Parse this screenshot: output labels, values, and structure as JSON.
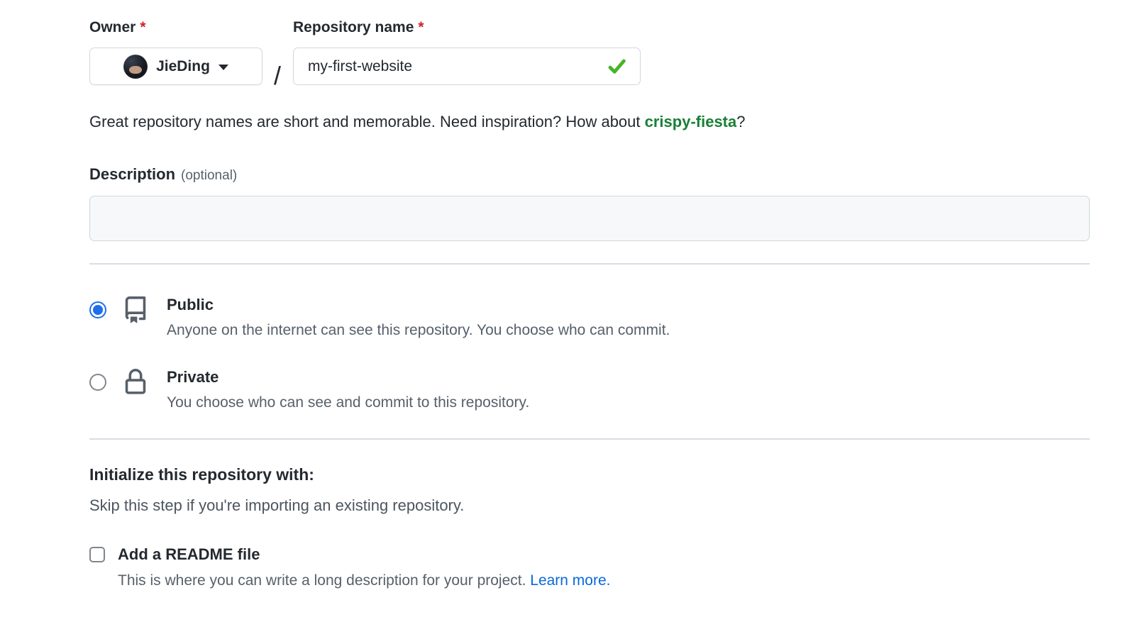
{
  "colors": {
    "accent_blue": "#1f6feb",
    "success_green": "#46b428",
    "suggestion_green": "#1a7f37",
    "link_blue": "#0969da",
    "required_red": "#cf222e"
  },
  "owner_field": {
    "label": "Owner",
    "required_mark": "*",
    "button_name": "JieDing"
  },
  "separator": "/",
  "repo_field": {
    "label": "Repository name",
    "required_mark": "*",
    "value": "my-first-website"
  },
  "helper": {
    "text_before": "Great repository names are short and memorable. Need inspiration? How about ",
    "suggestion": "crispy-fiesta",
    "text_after": "?"
  },
  "description_field": {
    "label": "Description",
    "optional_note": "(optional)",
    "value": ""
  },
  "visibility": {
    "options": [
      {
        "id": "public",
        "label": "Public",
        "description": "Anyone on the internet can see this repository. You choose who can commit.",
        "selected": true,
        "icon": "repo-book-icon"
      },
      {
        "id": "private",
        "label": "Private",
        "description": "You choose who can see and commit to this repository.",
        "selected": false,
        "icon": "lock-icon"
      }
    ]
  },
  "initialize": {
    "heading": "Initialize this repository with:",
    "subtext": "Skip this step if you're importing an existing repository.",
    "readme": {
      "label": "Add a README file",
      "checked": false,
      "description_before": "This is where you can write a long description for your project. ",
      "link_label": "Learn more."
    }
  }
}
